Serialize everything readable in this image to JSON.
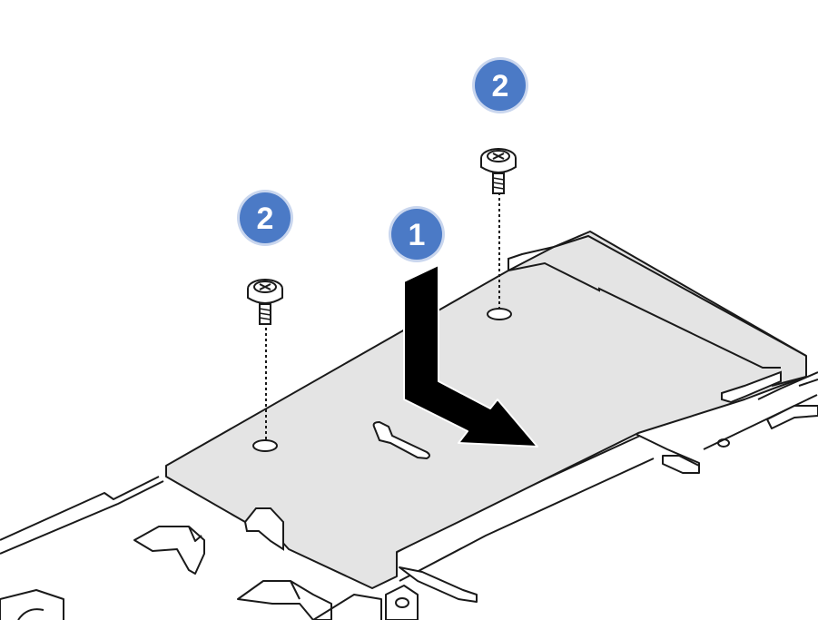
{
  "callouts": [
    {
      "id": "step-1",
      "label": "1"
    },
    {
      "id": "step-2-left",
      "label": "2"
    },
    {
      "id": "step-2-right",
      "label": "2"
    }
  ],
  "colors": {
    "callout_fill": "#4b7ac6",
    "callout_ring": "#c9d6ee",
    "plate_fill": "#e4e4e4",
    "outline": "#1a1a1a",
    "arrow": "#000000",
    "background": "#ffffff"
  },
  "icons": {
    "screw": "screw-icon",
    "arrow": "slide-arrow-icon"
  }
}
